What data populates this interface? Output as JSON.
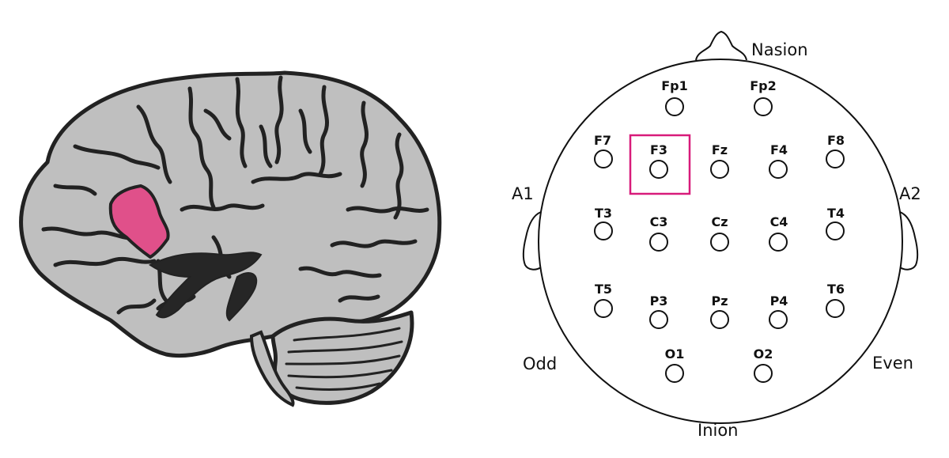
{
  "colors": {
    "brain_fill": "#bfbfbf",
    "brain_outline": "#222222",
    "highlight_region": "#e0508a",
    "highlight_box": "#d81b7a",
    "line": "#111111",
    "background": "#ffffff"
  },
  "montage": {
    "landmarks": {
      "nasion": "Nasion",
      "inion": "Inion",
      "left_ear": "A1",
      "right_ear": "A2",
      "odd_side": "Odd",
      "even_side": "Even"
    },
    "highlighted_electrode": "F3",
    "electrodes": [
      {
        "id": "fp1",
        "label": "Fp1"
      },
      {
        "id": "fp2",
        "label": "Fp2"
      },
      {
        "id": "f7",
        "label": "F7"
      },
      {
        "id": "f3",
        "label": "F3"
      },
      {
        "id": "fz",
        "label": "Fz"
      },
      {
        "id": "f4",
        "label": "F4"
      },
      {
        "id": "f8",
        "label": "F8"
      },
      {
        "id": "t3",
        "label": "T3"
      },
      {
        "id": "c3",
        "label": "C3"
      },
      {
        "id": "cz",
        "label": "Cz"
      },
      {
        "id": "c4",
        "label": "C4"
      },
      {
        "id": "t4",
        "label": "T4"
      },
      {
        "id": "t5",
        "label": "T5"
      },
      {
        "id": "p3",
        "label": "P3"
      },
      {
        "id": "pz",
        "label": "Pz"
      },
      {
        "id": "p4",
        "label": "P4"
      },
      {
        "id": "t6",
        "label": "T6"
      },
      {
        "id": "o1",
        "label": "O1"
      },
      {
        "id": "o2",
        "label": "O2"
      }
    ]
  }
}
